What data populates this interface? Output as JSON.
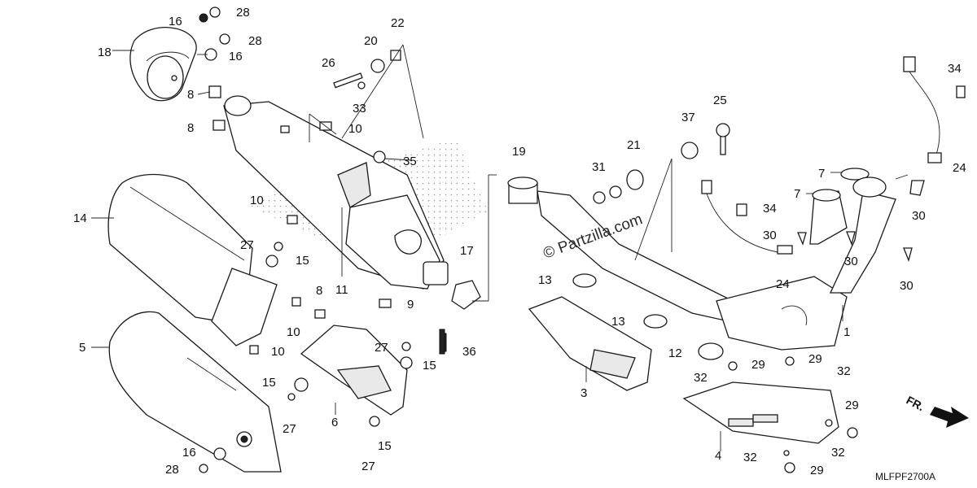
{
  "watermark": "© Partzilla.com",
  "diagram_code": "MLFPF2700A",
  "direction_label": "FR.",
  "callouts": [
    {
      "id": "c1",
      "text": "1"
    },
    {
      "id": "c3",
      "text": "3"
    },
    {
      "id": "c4",
      "text": "4"
    },
    {
      "id": "c5",
      "text": "5"
    },
    {
      "id": "c6",
      "text": "6"
    },
    {
      "id": "c7a",
      "text": "7"
    },
    {
      "id": "c7b",
      "text": "7"
    },
    {
      "id": "c8a",
      "text": "8"
    },
    {
      "id": "c8b",
      "text": "8"
    },
    {
      "id": "c8c",
      "text": "8"
    },
    {
      "id": "c9",
      "text": "9"
    },
    {
      "id": "c10a",
      "text": "10"
    },
    {
      "id": "c10b",
      "text": "10"
    },
    {
      "id": "c10c",
      "text": "10"
    },
    {
      "id": "c10d",
      "text": "10"
    },
    {
      "id": "c11",
      "text": "11"
    },
    {
      "id": "c12",
      "text": "12"
    },
    {
      "id": "c13a",
      "text": "13"
    },
    {
      "id": "c13b",
      "text": "13"
    },
    {
      "id": "c14",
      "text": "14"
    },
    {
      "id": "c15a",
      "text": "15"
    },
    {
      "id": "c15b",
      "text": "15"
    },
    {
      "id": "c15c",
      "text": "15"
    },
    {
      "id": "c15d",
      "text": "15"
    },
    {
      "id": "c16a",
      "text": "16"
    },
    {
      "id": "c16b",
      "text": "16"
    },
    {
      "id": "c16c",
      "text": "16"
    },
    {
      "id": "c17",
      "text": "17"
    },
    {
      "id": "c18",
      "text": "18"
    },
    {
      "id": "c19",
      "text": "19"
    },
    {
      "id": "c20",
      "text": "20"
    },
    {
      "id": "c21",
      "text": "21"
    },
    {
      "id": "c22",
      "text": "22"
    },
    {
      "id": "c24a",
      "text": "24"
    },
    {
      "id": "c24b",
      "text": "24"
    },
    {
      "id": "c25",
      "text": "25"
    },
    {
      "id": "c26",
      "text": "26"
    },
    {
      "id": "c27a",
      "text": "27"
    },
    {
      "id": "c27b",
      "text": "27"
    },
    {
      "id": "c27c",
      "text": "27"
    },
    {
      "id": "c27d",
      "text": "27"
    },
    {
      "id": "c28a",
      "text": "28"
    },
    {
      "id": "c28b",
      "text": "28"
    },
    {
      "id": "c28c",
      "text": "28"
    },
    {
      "id": "c29a",
      "text": "29"
    },
    {
      "id": "c29b",
      "text": "29"
    },
    {
      "id": "c29c",
      "text": "29"
    },
    {
      "id": "c29d",
      "text": "29"
    },
    {
      "id": "c30a",
      "text": "30"
    },
    {
      "id": "c30b",
      "text": "30"
    },
    {
      "id": "c30c",
      "text": "30"
    },
    {
      "id": "c30d",
      "text": "30"
    },
    {
      "id": "c31",
      "text": "31"
    },
    {
      "id": "c32a",
      "text": "32"
    },
    {
      "id": "c32b",
      "text": "32"
    },
    {
      "id": "c32c",
      "text": "32"
    },
    {
      "id": "c32d",
      "text": "32"
    },
    {
      "id": "c33",
      "text": "33"
    },
    {
      "id": "c34a",
      "text": "34"
    },
    {
      "id": "c34b",
      "text": "34"
    },
    {
      "id": "c35",
      "text": "35"
    },
    {
      "id": "c36",
      "text": "36"
    },
    {
      "id": "c37",
      "text": "37"
    }
  ]
}
